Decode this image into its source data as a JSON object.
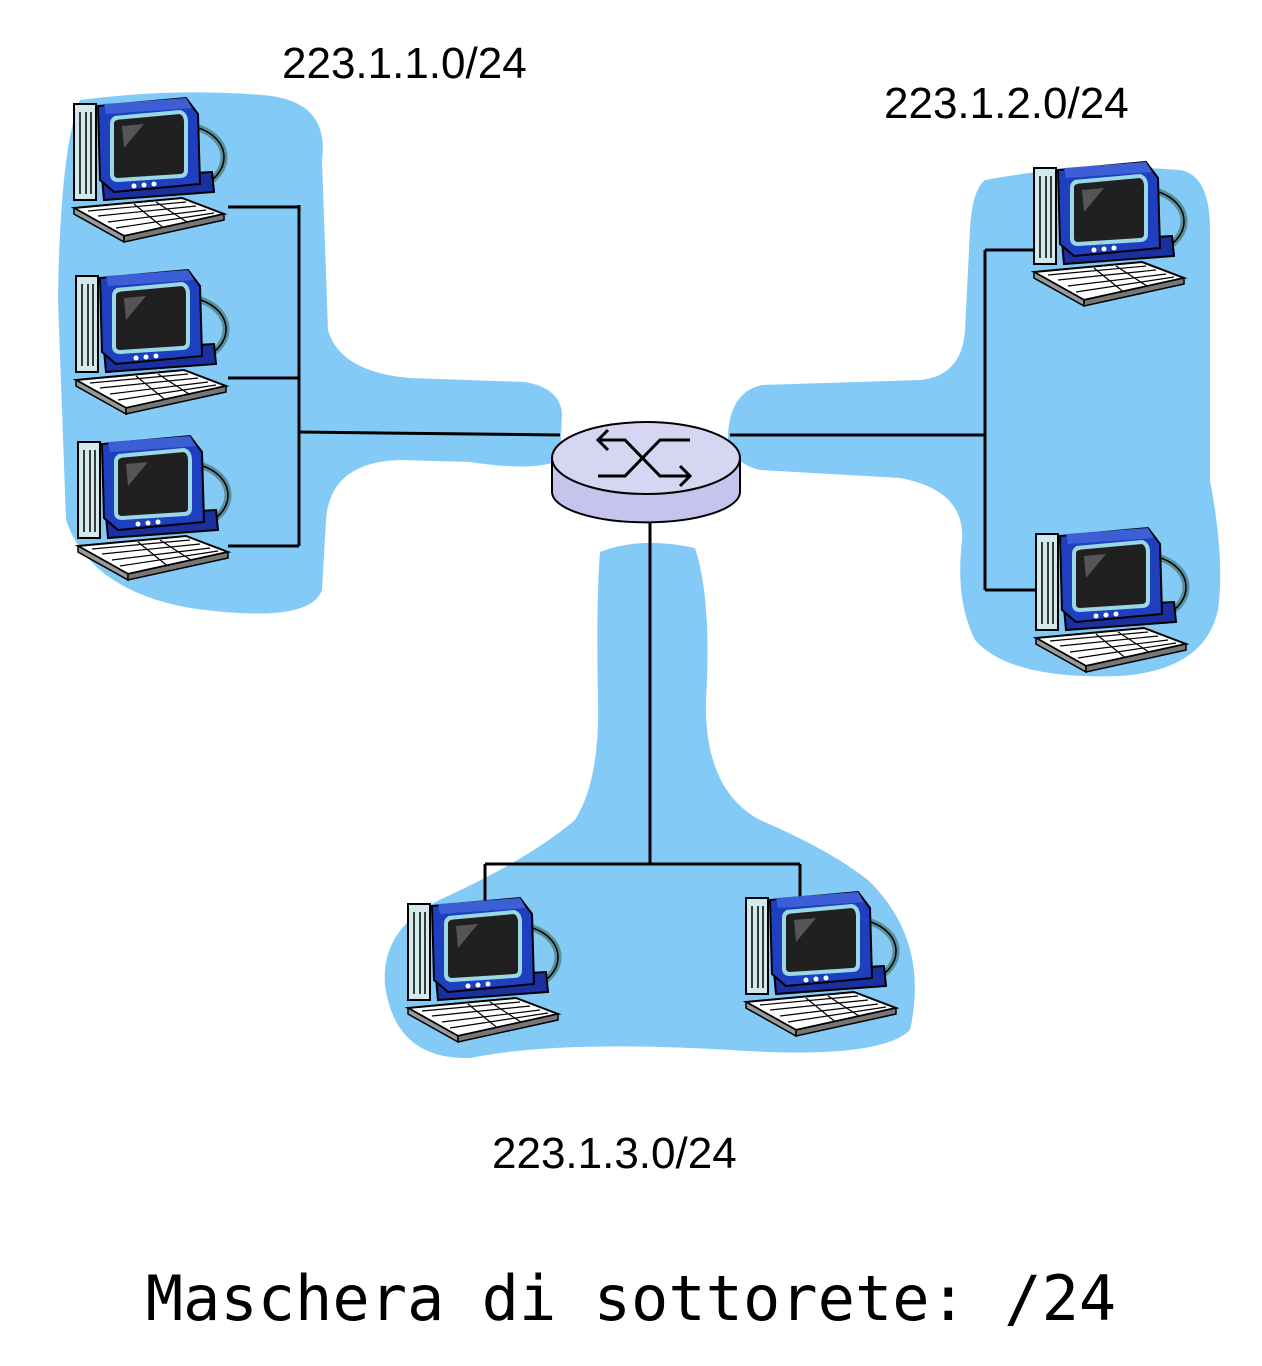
{
  "subnets": [
    {
      "id": "subnet-1",
      "label": "223.1.1.0/24",
      "hosts": 3
    },
    {
      "id": "subnet-2",
      "label": "223.1.2.0/24",
      "hosts": 2
    },
    {
      "id": "subnet-3",
      "label": "223.1.3.0/24",
      "hosts": 2
    }
  ],
  "caption": "Maschera di sottorete: /24",
  "colors": {
    "subnet_fill": "#83cbf6",
    "router_top": "#d6d6f2",
    "router_side": "#c4c4ec",
    "link": "#000000",
    "monitor_frame": "#1e3fbf",
    "tower": "#cfe6ea"
  },
  "icons": {
    "host": "desktop-computer-icon",
    "router": "router-icon"
  }
}
